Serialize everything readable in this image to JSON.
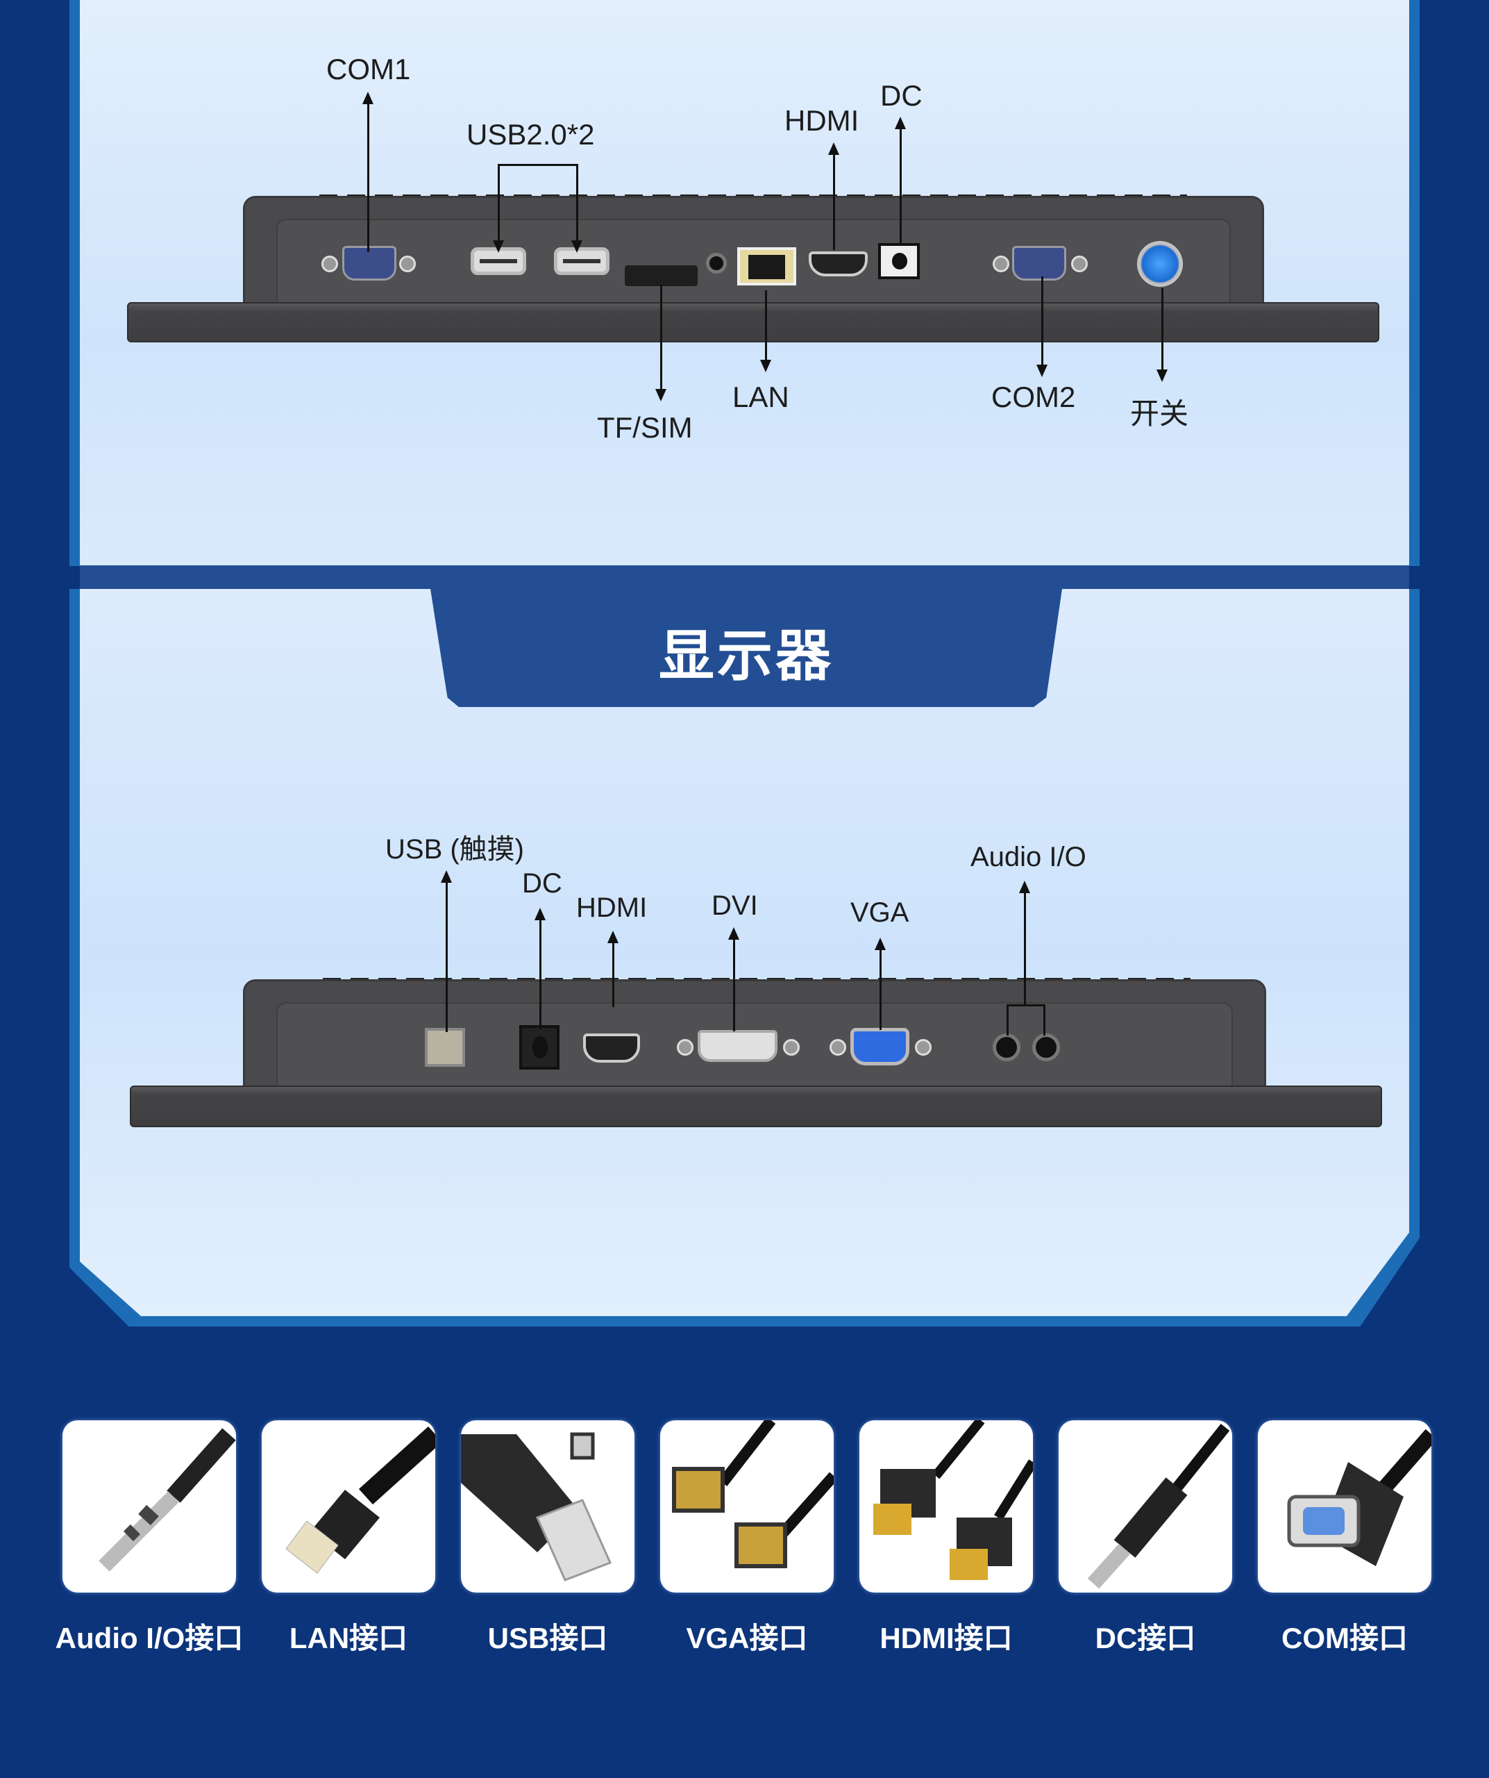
{
  "theme": {
    "navy": "#0c347a",
    "panel_edge": "#1c6db6",
    "tab_blue": "#234e93",
    "panel_light": "#d6e8fc"
  },
  "industrial_pc": {
    "top_labels": [
      {
        "id": "com1",
        "text": "COM1"
      },
      {
        "id": "usb",
        "text": "USB2.0*2"
      },
      {
        "id": "hdmi",
        "text": "HDMI"
      },
      {
        "id": "dc",
        "text": "DC"
      }
    ],
    "bottom_labels": [
      {
        "id": "tfsim",
        "text": "TF/SIM"
      },
      {
        "id": "lan",
        "text": "LAN"
      },
      {
        "id": "com2",
        "text": "COM2"
      },
      {
        "id": "power",
        "text": "开关"
      }
    ]
  },
  "section_tab": {
    "title": "显示器"
  },
  "monitor": {
    "labels": [
      {
        "id": "usb_touch",
        "text": "USB (触摸)"
      },
      {
        "id": "dc",
        "text": "DC"
      },
      {
        "id": "hdmi",
        "text": "HDMI"
      },
      {
        "id": "dvi",
        "text": "DVI"
      },
      {
        "id": "vga",
        "text": "VGA"
      },
      {
        "id": "audio",
        "text": "Audio I/O"
      }
    ]
  },
  "cables": [
    {
      "icon": "audio-plug-icon",
      "label": "Audio I/O接口"
    },
    {
      "icon": "lan-plug-icon",
      "label": "LAN接口"
    },
    {
      "icon": "usb-plug-icon",
      "label": "USB接口"
    },
    {
      "icon": "vga-plug-icon",
      "label": "VGA接口"
    },
    {
      "icon": "hdmi-plug-icon",
      "label": "HDMI接口"
    },
    {
      "icon": "dc-plug-icon",
      "label": "DC接口"
    },
    {
      "icon": "com-plug-icon",
      "label": "COM接口"
    }
  ]
}
